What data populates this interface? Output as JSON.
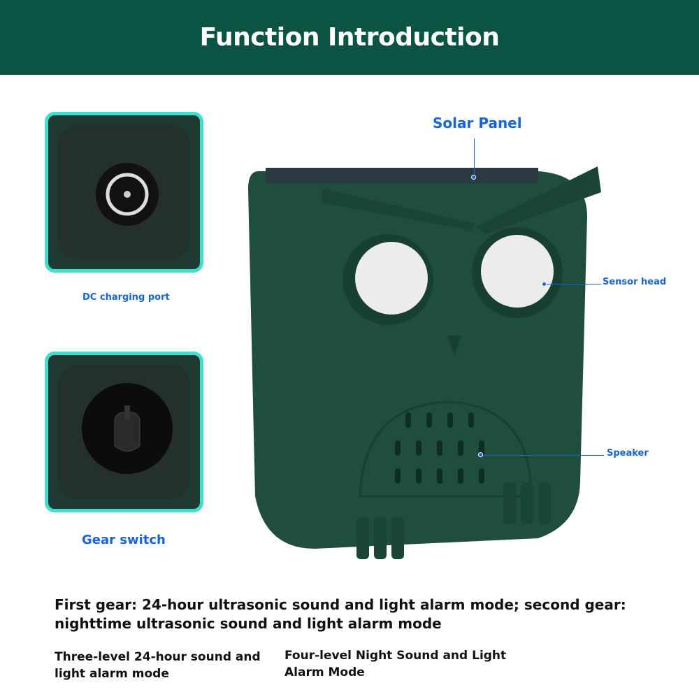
{
  "header": {
    "title": "Function Introduction"
  },
  "labels": {
    "solar_panel": "Solar Panel",
    "sensor_head": "Sensor head",
    "speaker": "Speaker",
    "dc_port": "DC charging port",
    "gear_switch": "Gear switch"
  },
  "descriptions": {
    "gear_1_2": "First gear: 24-hour ultrasonic sound and light alarm mode; second gear: nighttime ultrasonic sound and light alarm mode",
    "gear_3": "Three-level 24-hour sound and light alarm mode",
    "gear_4": "Four-level Night Sound and Light Alarm Mode"
  },
  "colors": {
    "header": "#0b5443",
    "label": "#1565d8",
    "body": "#1f4f3c",
    "inset_border": "#3ce0cc"
  }
}
